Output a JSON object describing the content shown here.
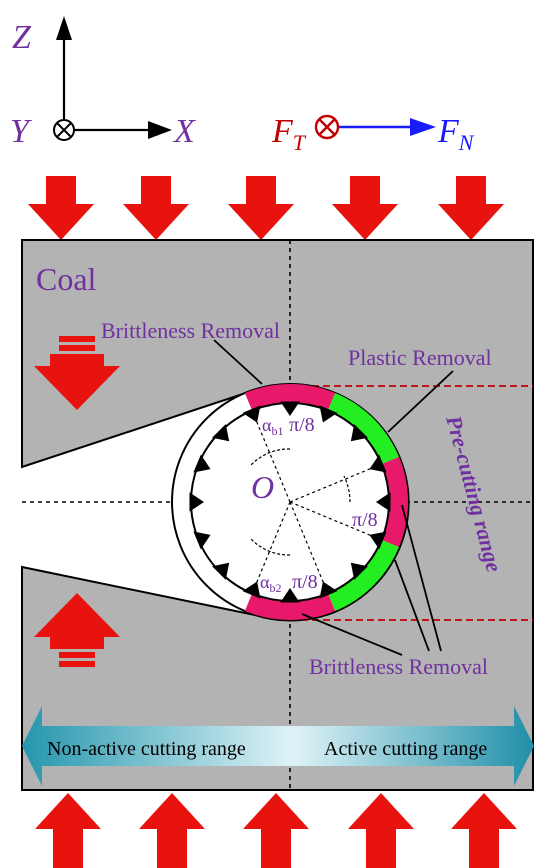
{
  "axes": {
    "z_label": "Z",
    "x_label": "X",
    "y_label": "Y"
  },
  "forces": {
    "ft_main": "F",
    "ft_sub": "T",
    "fn_main": "F",
    "fn_sub": "N"
  },
  "material": {
    "label": "Coal"
  },
  "annotations": {
    "brittleness_top": "Brittleness Removal",
    "plastic": "Plastic Removal",
    "brittleness_bottom": "Brittleness Removal",
    "pre_cutting": "Pre-cutting range",
    "center": "O",
    "ab1_main": "α",
    "ab1_sub": "b1",
    "ab1_value": "π/8",
    "ab2_main": "α",
    "ab2_sub": "b2",
    "ab2_value": "π/8",
    "right_angle": "π/8"
  },
  "ranges": {
    "non_active": "Non-active cutting range",
    "active": "Active cutting range"
  },
  "colors": {
    "force_arrow": "#e8130f",
    "coal": "#b3b3b3",
    "brittle_zone": "#e8196a",
    "plastic_zone": "#22ee22",
    "label_purple": "#7030a0",
    "ft_red": "#c00000",
    "fn_blue": "#1a1aff",
    "range_arrow": "#2596ad"
  }
}
